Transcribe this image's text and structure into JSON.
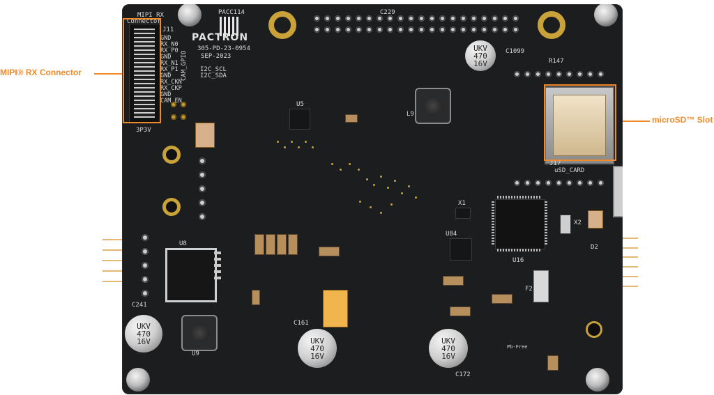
{
  "callouts": {
    "left": "MIPI® RX Connector",
    "right": "microSD™ Slot"
  },
  "board": {
    "brand": "PACTRON",
    "part_number": "305-PD-23-0954",
    "date": "SEP-2023",
    "qr_label": "PACC114",
    "silkscreen": {
      "mipi_title": "MIPI RX",
      "connector": "Connector",
      "j11": "J11",
      "pins": [
        "GND",
        "RX_N0",
        "RX_P0",
        "GND",
        "RX_N1",
        "RX_P1",
        "GND",
        "RX_CKN",
        "RX_CKP",
        "GND",
        "CAM_EN"
      ],
      "three_v": "3P3V",
      "i2c_scl": "I2C_SCL",
      "i2c_sda": "I2C_SDA",
      "cam_gpio": "CAM_GPIO",
      "usd_card": "uSD_CARD",
      "j17": "J17",
      "u8": "U8",
      "u16": "U16",
      "u84": "U84",
      "u5": "U5",
      "u9": "U9",
      "l9": "L9",
      "x1": "X1",
      "x2": "X2",
      "f2": "F2",
      "d2": "D2",
      "c229": "C229",
      "c172": "C172",
      "c241": "C241",
      "c161": "C161",
      "c1099": "C1099",
      "r147": "R147",
      "pb_free": "Pb-Free"
    },
    "caps": [
      {
        "text": "UKV\n470\n16V"
      },
      {
        "text": "UKV\n470\n16V"
      },
      {
        "text": "UKV\n470\n16V"
      },
      {
        "text": "UKV\n470\n16V"
      }
    ]
  }
}
